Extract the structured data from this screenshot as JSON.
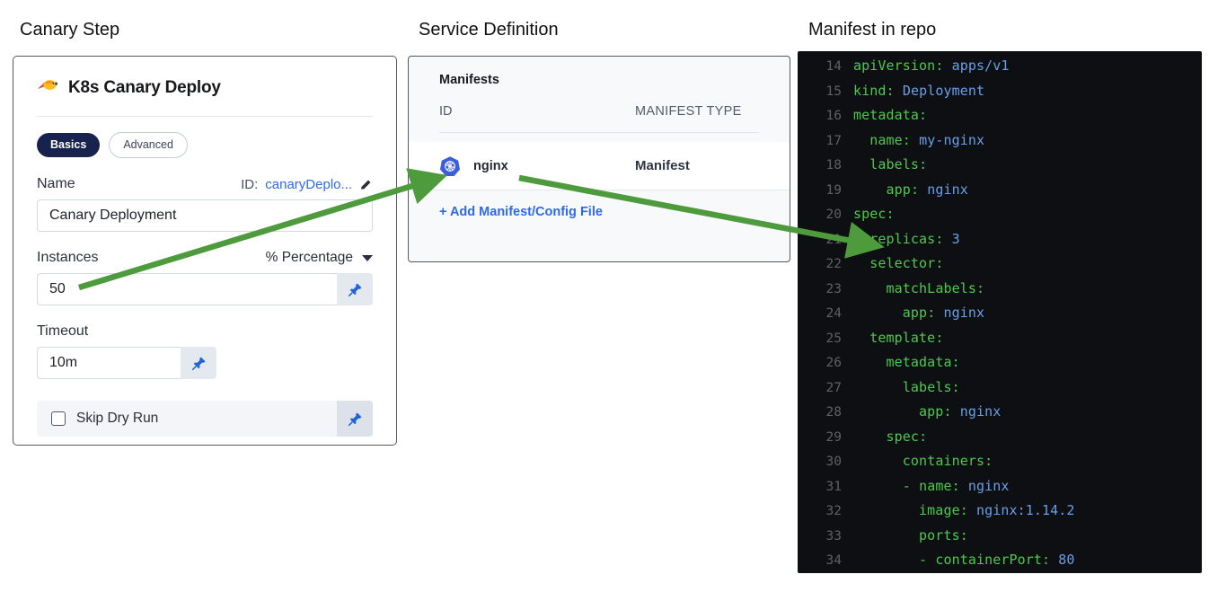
{
  "captions": {
    "canary": "Canary Step",
    "service": "Service Definition",
    "repo": "Manifest in repo"
  },
  "colors": {
    "accent_blue": "#2e6ae6",
    "pill_active_bg": "#17224d",
    "arrow_green": "#4e9b3e",
    "code_bg": "#0d0f12",
    "code_key_green": "#4ec94e",
    "code_value_blue": "#6a9fe8",
    "panel_bg": "#f7f9fb"
  },
  "canary_step": {
    "icon": "canary-bird-icon",
    "title": "K8s Canary Deploy",
    "tabs": [
      {
        "label": "Basics",
        "active": true
      },
      {
        "label": "Advanced",
        "active": false
      }
    ],
    "name_field": {
      "label": "Name",
      "id_prefix": "ID:",
      "id_value": "canaryDeplo...",
      "edit_icon": "pencil-icon",
      "value": "Canary Deployment"
    },
    "instances_field": {
      "label": "Instances",
      "unit_select": "% Percentage",
      "unit_caret": "chevron-down-icon",
      "value": "50",
      "pin_icon": "pushpin-icon"
    },
    "timeout_field": {
      "label": "Timeout",
      "value": "10m",
      "pin_icon": "pushpin-icon"
    },
    "skip_dry_run": {
      "label": "Skip Dry Run",
      "checked": false,
      "pin_icon": "pushpin-icon"
    }
  },
  "service_definition": {
    "section_title": "Manifests",
    "columns": [
      "ID",
      "MANIFEST TYPE"
    ],
    "rows": [
      {
        "icon": "kubernetes-icon",
        "id": "nginx",
        "manifest_type": "Manifest"
      }
    ],
    "add_link": "+ Add Manifest/Config File"
  },
  "manifest_code": {
    "language": "yaml",
    "lines": [
      {
        "no": "14",
        "indent": 0,
        "key": "apiVersion",
        "value": "apps/v1",
        "dash": false
      },
      {
        "no": "15",
        "indent": 0,
        "key": "kind",
        "value": "Deployment",
        "dash": false
      },
      {
        "no": "16",
        "indent": 0,
        "key": "metadata",
        "value": "",
        "dash": false
      },
      {
        "no": "17",
        "indent": 1,
        "key": "name",
        "value": "my-nginx",
        "dash": false
      },
      {
        "no": "18",
        "indent": 1,
        "key": "labels",
        "value": "",
        "dash": false
      },
      {
        "no": "19",
        "indent": 2,
        "key": "app",
        "value": "nginx",
        "dash": false
      },
      {
        "no": "20",
        "indent": 0,
        "key": "spec",
        "value": "",
        "dash": false
      },
      {
        "no": "21",
        "indent": 1,
        "key": "replicas",
        "value": "3",
        "dash": false
      },
      {
        "no": "22",
        "indent": 1,
        "key": "selector",
        "value": "",
        "dash": false
      },
      {
        "no": "23",
        "indent": 2,
        "key": "matchLabels",
        "value": "",
        "dash": false
      },
      {
        "no": "24",
        "indent": 3,
        "key": "app",
        "value": "nginx",
        "dash": false
      },
      {
        "no": "25",
        "indent": 1,
        "key": "template",
        "value": "",
        "dash": false
      },
      {
        "no": "26",
        "indent": 2,
        "key": "metadata",
        "value": "",
        "dash": false
      },
      {
        "no": "27",
        "indent": 3,
        "key": "labels",
        "value": "",
        "dash": false
      },
      {
        "no": "28",
        "indent": 4,
        "key": "app",
        "value": "nginx",
        "dash": false
      },
      {
        "no": "29",
        "indent": 2,
        "key": "spec",
        "value": "",
        "dash": false
      },
      {
        "no": "30",
        "indent": 3,
        "key": "containers",
        "value": "",
        "dash": false
      },
      {
        "no": "31",
        "indent": 3,
        "key": "name",
        "value": "nginx",
        "dash": true
      },
      {
        "no": "32",
        "indent": 4,
        "key": "image",
        "value": "nginx:1.14.2",
        "dash": false
      },
      {
        "no": "33",
        "indent": 4,
        "key": "ports",
        "value": "",
        "dash": false
      },
      {
        "no": "34",
        "indent": 4,
        "key": "containerPort",
        "value": "80",
        "dash": true
      }
    ]
  },
  "annotations": {
    "arrows": [
      {
        "name": "arrow-instances-to-manifest",
        "from": "canary instances field",
        "to": "nginx manifest row"
      },
      {
        "name": "arrow-manifest-to-replicas",
        "from": "nginx manifest row",
        "to": "replicas line 21"
      }
    ]
  }
}
